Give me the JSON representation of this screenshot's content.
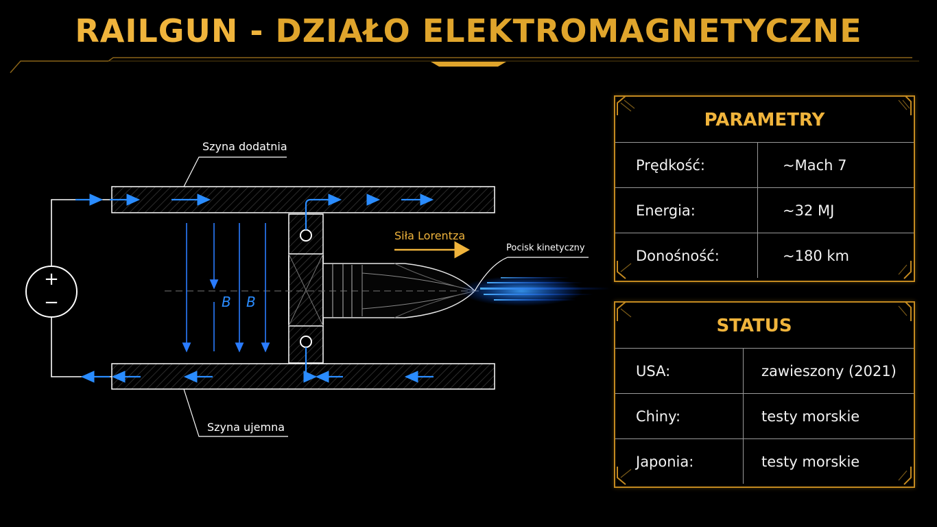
{
  "title": {
    "part1": "RAILGUN - ",
    "part2": "DZIAŁO ELEKTROMAGNETYCZNE"
  },
  "diagram": {
    "rail_positive_label": "Szyna dodatnia",
    "rail_negative_label": "Szyna ujemna",
    "force_label": "Siła Lorentza",
    "projectile_label": "Pocisk kinetyczny",
    "field_label_1": "B",
    "field_label_2": "B",
    "plus_sign": "+",
    "minus_sign": "−"
  },
  "parametry": {
    "title": "PARAMETRY",
    "rows": [
      {
        "label": "Prędkość:",
        "value": "~Mach 7"
      },
      {
        "label": "Energia:",
        "value": "~32 MJ"
      },
      {
        "label": "Donośność:",
        "value": "~180 km"
      }
    ]
  },
  "status": {
    "title": "STATUS",
    "rows": [
      {
        "label": "USA:",
        "value": "zawieszony (2021)"
      },
      {
        "label": "Chiny:",
        "value": "testy morskie"
      },
      {
        "label": "Japonia:",
        "value": "testy morskie"
      }
    ]
  },
  "colors": {
    "accent": "#f0b43c",
    "current": "#2a8cff",
    "line": "#ffffff"
  }
}
